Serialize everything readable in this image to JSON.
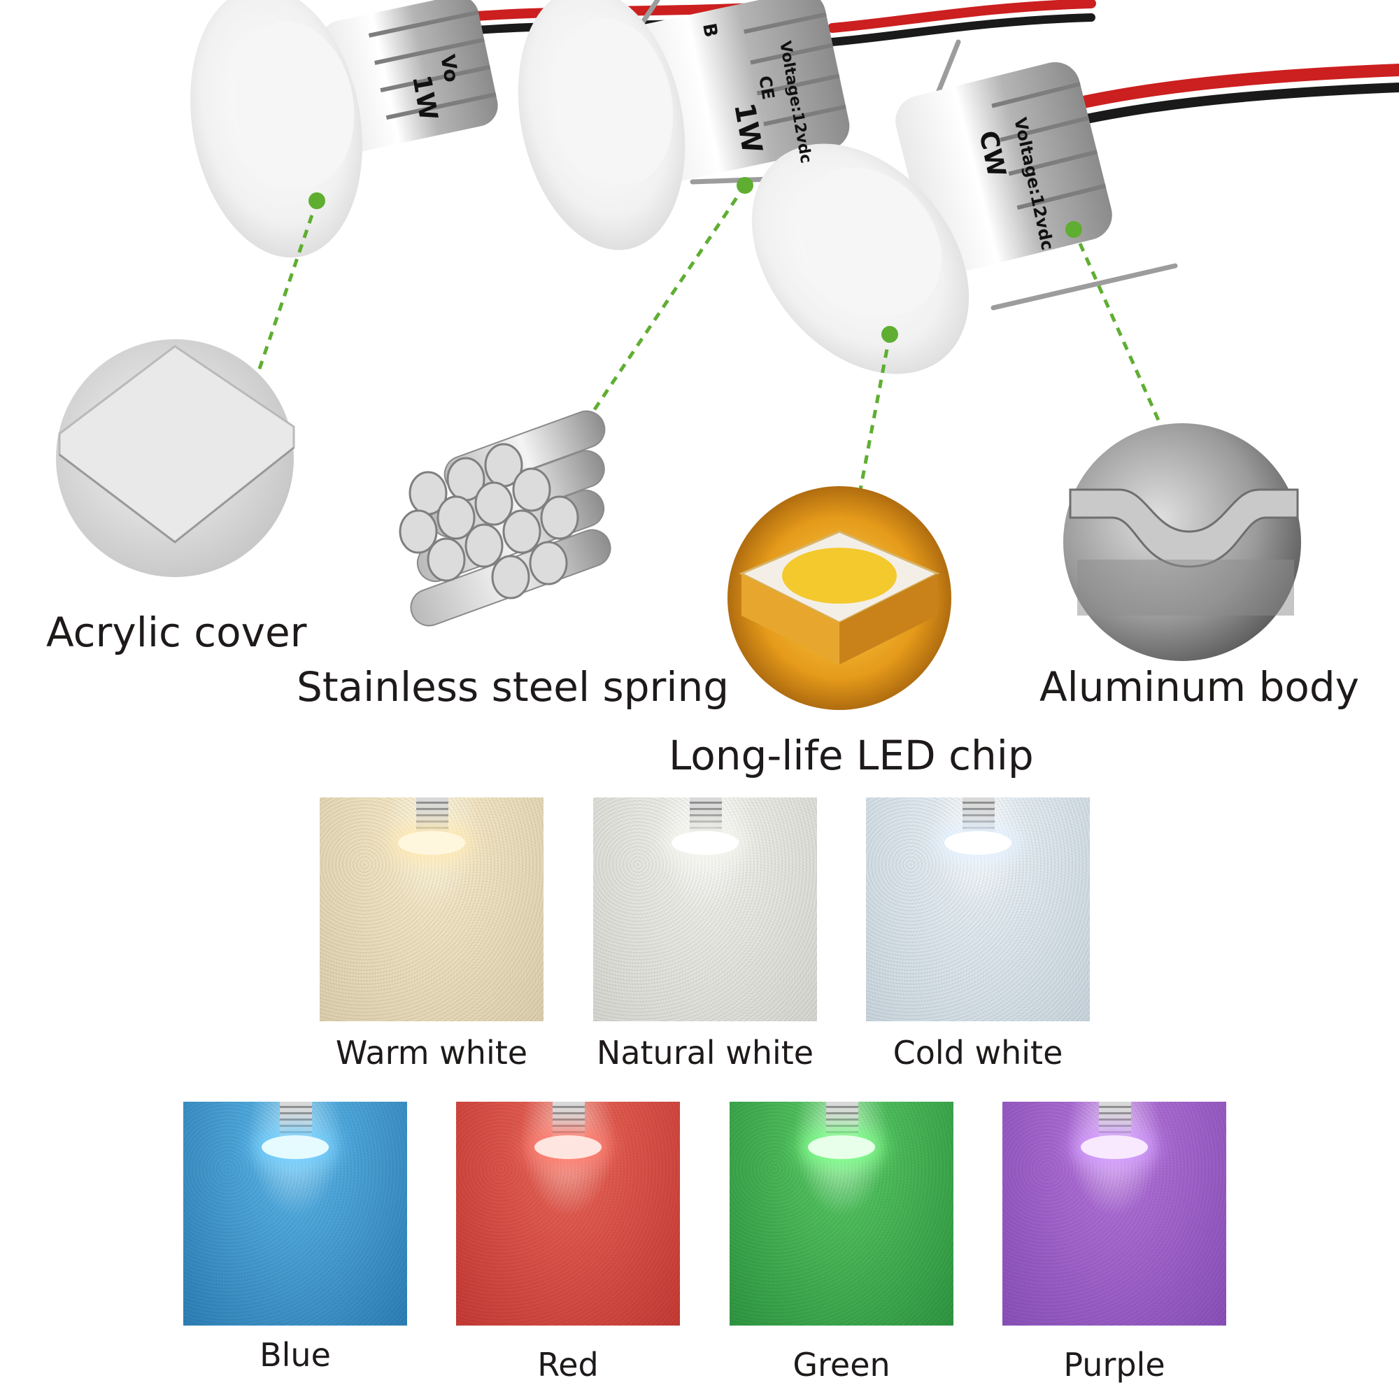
{
  "features": {
    "acrylic_cover": "Acrylic cover",
    "stainless_spring": "Stainless steel spring",
    "led_chip": "Long-life LED chip",
    "aluminum_body": "Aluminum body"
  },
  "product_print": {
    "voltage": "Voltage:12vdc",
    "power": "1W",
    "ce": "CE",
    "cw": "CW",
    "b": "B",
    "vo": "Vo"
  },
  "colors_row1": [
    {
      "label": "Warm white",
      "color": "#e9dcbd"
    },
    {
      "label": "Natural white",
      "color": "#e4e3dd"
    },
    {
      "label": "Cold white",
      "color": "#d7e1e8"
    }
  ],
  "colors_row2": [
    {
      "label": "Blue",
      "color": "#3b93c9"
    },
    {
      "label": "Red",
      "color": "#d94a43"
    },
    {
      "label": "Green",
      "color": "#3fa94e"
    },
    {
      "label": "Purple",
      "color": "#9b5fc6"
    }
  ],
  "accent_color": "#5fae32"
}
